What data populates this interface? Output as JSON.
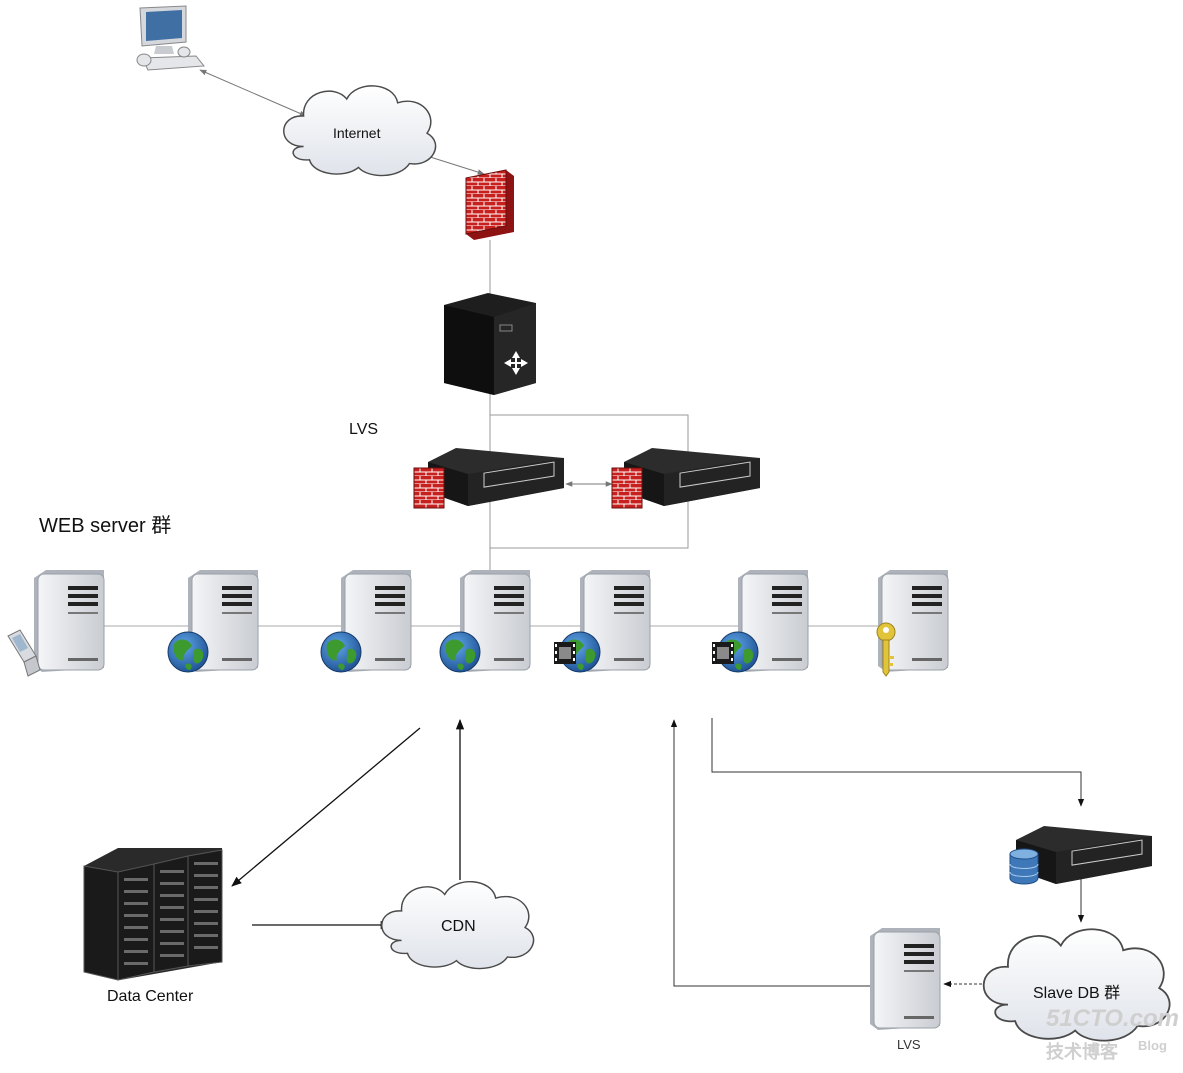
{
  "labels": {
    "internet": "Internet",
    "lvs_top": "LVS",
    "web_group": "WEB server 群",
    "cdn": "CDN",
    "data_center": "Data Center",
    "slave_db": "Slave DB 群",
    "lvs_bottom": "LVS"
  },
  "watermark": {
    "brand": "51CTO.com",
    "sub": "技术博客",
    "blog": "Blog"
  },
  "icons": {
    "workstation": "computer-icon",
    "firewall": "firewall-icon",
    "router": "router-icon",
    "lvs_balancer": "rack-server-icon",
    "web_server": "tower-server-icon",
    "globe": "globe-icon",
    "film": "film-icon",
    "key": "key-icon",
    "phone": "mobile-phone-icon",
    "database": "database-icon",
    "datacenter": "datacenter-icon",
    "cloud": "cloud-icon"
  },
  "colors": {
    "firewall_red": "#c8201e",
    "globe_blue": "#2a6fb5",
    "globe_green": "#3c9a2e",
    "server_gray": "#e6e8ec",
    "rack_black": "#1e1e1e",
    "db_blue": "#3f78b8",
    "key_gold": "#e2c43a",
    "line_gray": "#8c8c8c"
  }
}
